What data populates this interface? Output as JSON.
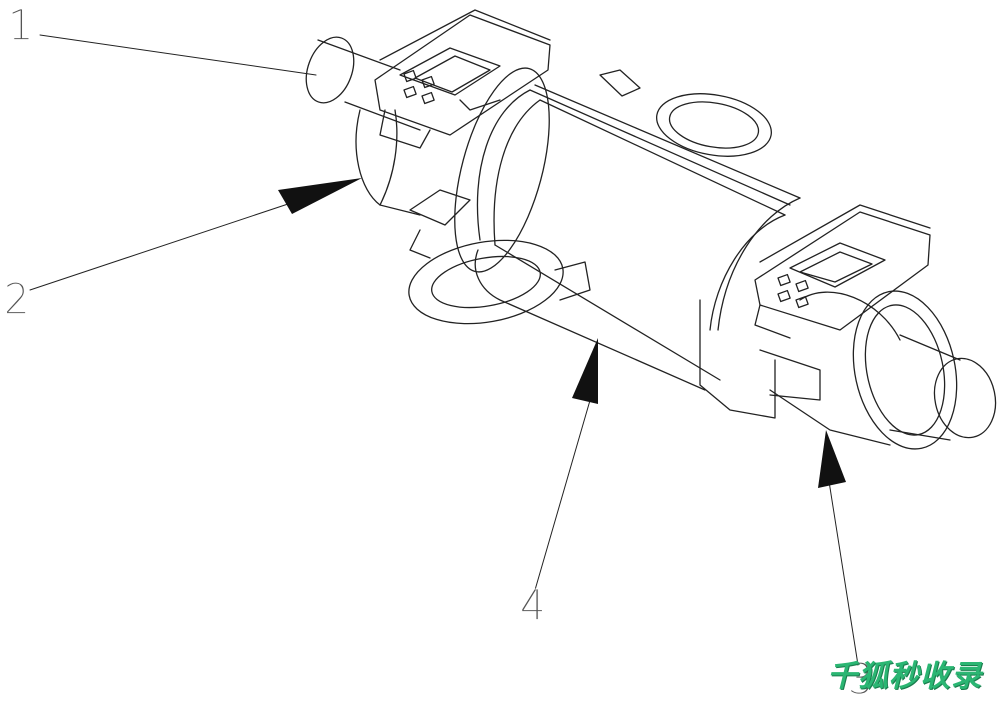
{
  "labels": {
    "l1": "1",
    "l2": "2",
    "l3": "3",
    "l4": "4"
  },
  "watermark": "千狐秒收录",
  "colors": {
    "line": "#222222",
    "background": "#ffffff",
    "watermark": "#2bb673"
  }
}
